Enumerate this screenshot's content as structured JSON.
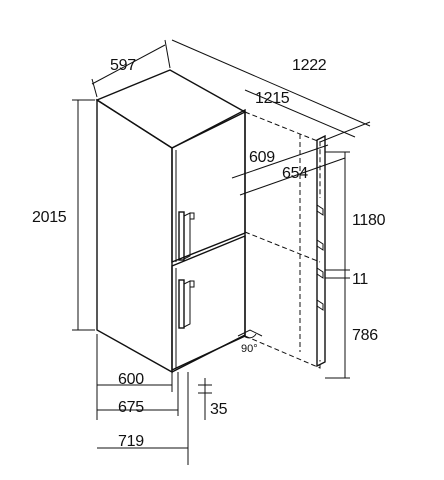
{
  "dimensions": {
    "top_depth": "597",
    "total_depth_open": "1222",
    "depth_open_body": "1215",
    "door_depth_a": "609",
    "door_depth_b": "654",
    "height": "2015",
    "upper_door_height": "1180",
    "gap": "11",
    "lower_door_height": "786",
    "base_width": "600",
    "width_675": "675",
    "width_719": "719",
    "foot_offset": "35",
    "door_angle": "90°"
  }
}
